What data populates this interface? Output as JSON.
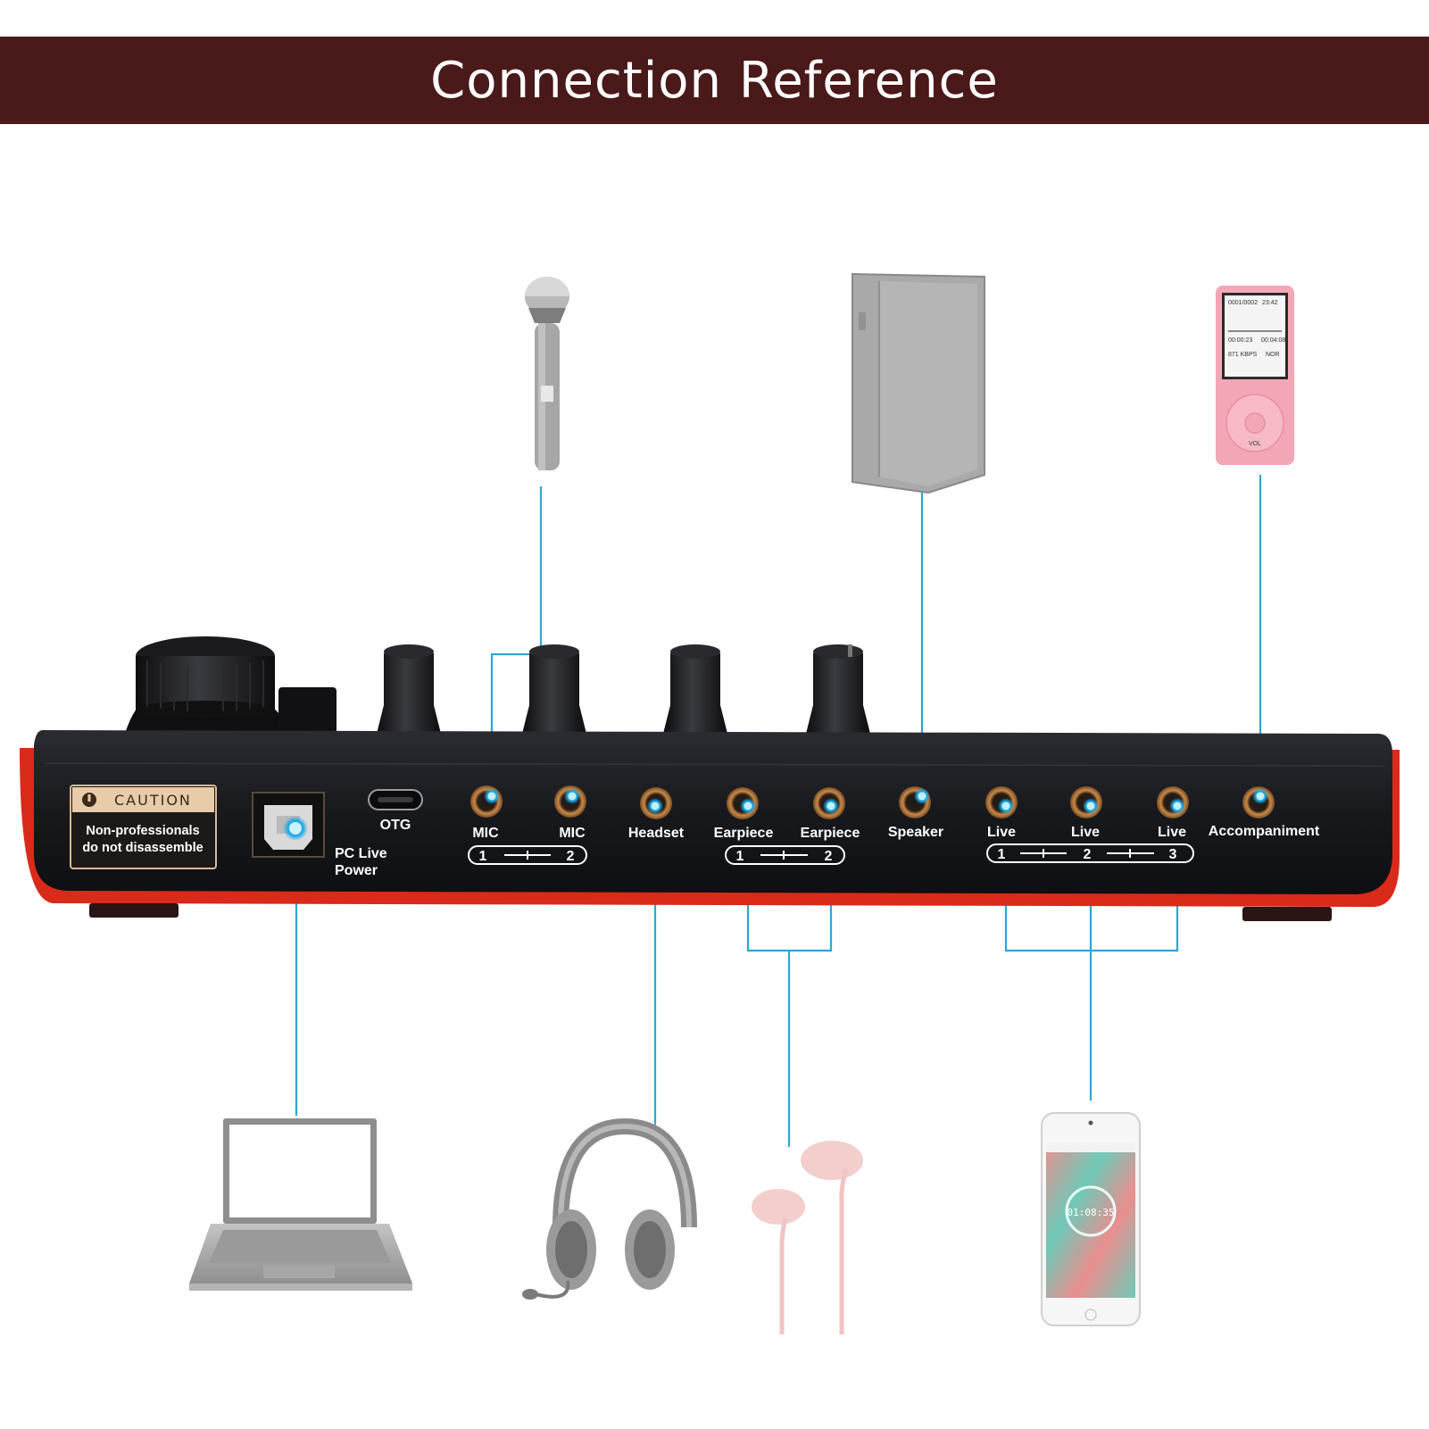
{
  "title": "Connection Reference",
  "colors": {
    "banner": "#4a1919",
    "connector_line": "#2aa8d8",
    "device_body": "#1c1d22",
    "accent_trim": "#e0301e"
  },
  "caution": {
    "heading": "CAUTION",
    "line1": "Non-professionals",
    "line2": "do not disassemble"
  },
  "ports": {
    "usb_line1": "PC Live",
    "usb_line2": "Power",
    "otg": "OTG",
    "mic1": "MIC",
    "mic2": "MIC",
    "headset": "Headset",
    "earpiece1": "Earpiece",
    "earpiece2": "Earpiece",
    "speaker": "Speaker",
    "live1": "Live",
    "live2": "Live",
    "live3": "Live",
    "accompaniment": "Accompaniment"
  },
  "group_numbers": {
    "mic": [
      "1",
      "2"
    ],
    "earpiece": [
      "1",
      "2"
    ],
    "live": [
      "1",
      "2",
      "3"
    ]
  },
  "player_screen": {
    "track": "0001/0002",
    "clock": "23:42",
    "elapsed": "00:00:23",
    "total": "00:04:08",
    "info": "871 KBPS",
    "mode": "NOR",
    "vol": "VOL"
  },
  "phone_screen": {
    "timer": "01:08:35"
  },
  "peripherals": [
    "microphone-icon",
    "speaker-icon",
    "mp3-player-icon",
    "laptop-icon",
    "headphones-icon",
    "earphones-icon",
    "smartphone-icon"
  ]
}
